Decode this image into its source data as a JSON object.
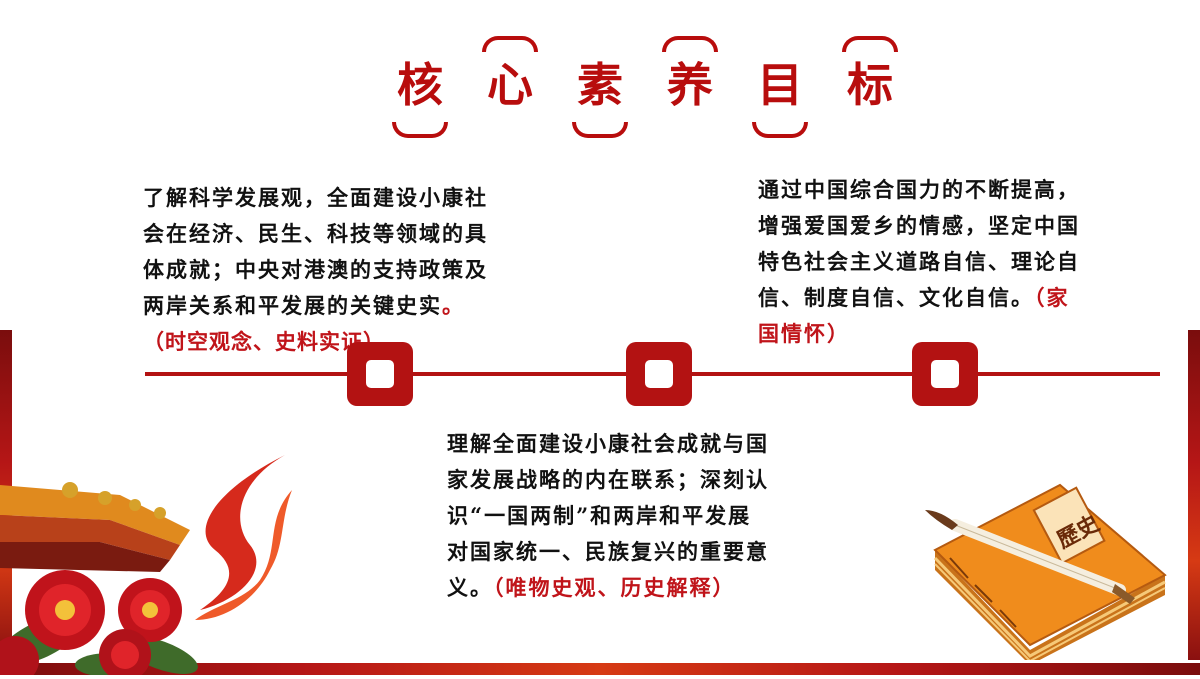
{
  "title": {
    "chars": [
      "核",
      "心",
      "素",
      "养",
      "目",
      "标"
    ]
  },
  "blocks": {
    "left": {
      "line1": "了解科学发展观，全面建设小康社",
      "line2": "会在经济、民生、科技等领域的具",
      "line3": "体成就；中央对港澳的支持政策及",
      "line4": "两岸关系和平发展的关键史实",
      "line4_end": "。",
      "tag": "（时空观念、史料实证）"
    },
    "right": {
      "line1": "通过中国综合国力的不断提高，",
      "line2": "增强爱国爱乡的情感，坚定中国",
      "line3": "特色社会主义道路自信、理论自",
      "line4": "信、制度自信、文化自信。",
      "tag1": "（家",
      "tag2": "国情怀）"
    },
    "bottom": {
      "line1": "理解全面建设小康社会成就与国",
      "line2": "家发展战略的内在联系；深刻认",
      "line3": "识“一国两制”和两岸和平发展",
      "line4": "对国家统一、民族复兴的重要意",
      "line5": "义。",
      "tag": "（唯物史观、历史解释）"
    }
  },
  "decorations": {
    "book_label": "歷史",
    "left_art": "palace-roof-peony-ribbon",
    "right_art": "history-book-brush"
  },
  "colors": {
    "accent": "#b31212",
    "text": "#111111"
  }
}
